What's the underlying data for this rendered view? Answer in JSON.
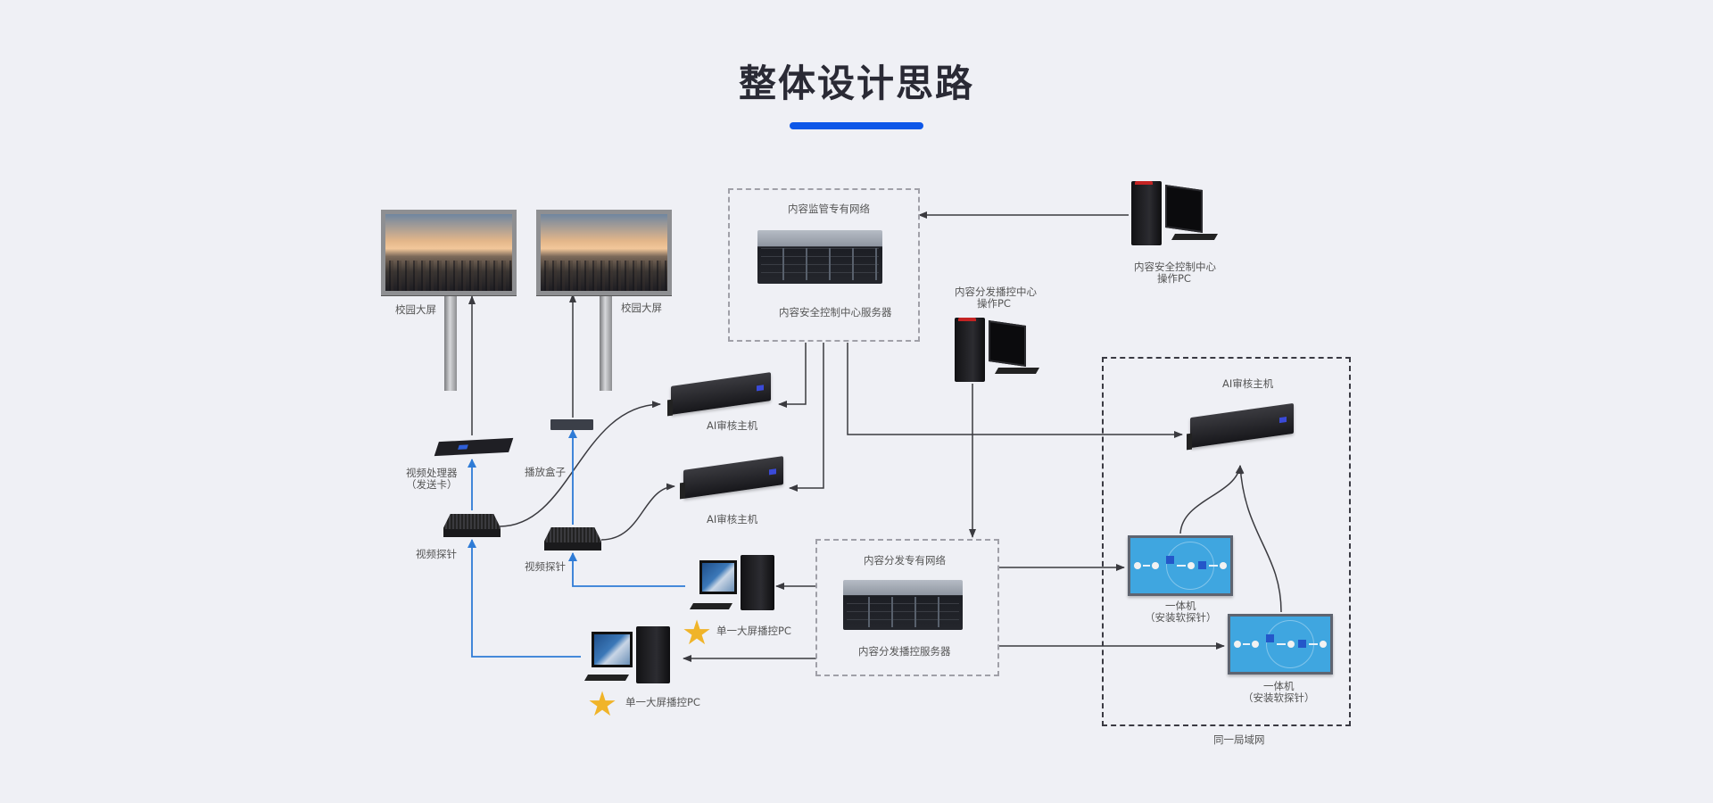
{
  "header": {
    "title": "整体设计思路",
    "accent_color": "#0d57e8"
  },
  "diagram": {
    "nodes": {
      "billboard_1": {
        "label": "校园大屏",
        "icon": "billboard-screen-icon"
      },
      "billboard_2": {
        "label": "校园大屏",
        "icon": "billboard-screen-icon"
      },
      "video_processor": {
        "label_line1": "视频处理器",
        "label_line2": "（发送卡）",
        "icon": "video-processor-icon"
      },
      "play_box": {
        "label": "播放盒子",
        "icon": "play-box-icon"
      },
      "video_probe_1": {
        "label": "视频探针",
        "icon": "video-probe-icon"
      },
      "video_probe_2": {
        "label": "视频探针",
        "icon": "video-probe-icon"
      },
      "ai_host_1": {
        "label": "AI审核主机",
        "icon": "ai-review-host-icon"
      },
      "ai_host_2": {
        "label": "AI审核主机",
        "icon": "ai-review-host-icon"
      },
      "ai_host_3": {
        "label": "AI审核主机",
        "icon": "ai-review-host-icon"
      },
      "supervision_network": {
        "group_label": "内容监管专有网络",
        "server_label": "内容安全控制中心服务器",
        "icon": "server-icon"
      },
      "distribution_network": {
        "group_label": "内容分发专有网络",
        "server_label": "内容分发播控服务器",
        "icon": "server-icon"
      },
      "security_pc": {
        "label_line1": "内容安全控制中心",
        "label_line2": "操作PC",
        "icon": "desktop-pc-icon"
      },
      "distribution_pc": {
        "label_line1": "内容分发播控中心",
        "label_line2": "操作PC",
        "icon": "desktop-pc-icon"
      },
      "single_screen_pc_1": {
        "label": "单一大屏播控PC",
        "icon": "desktop-pc-icon",
        "badge": "star-icon"
      },
      "single_screen_pc_2": {
        "label": "单一大屏播控PC",
        "icon": "desktop-pc-icon",
        "badge": "star-icon"
      },
      "all_in_one_1": {
        "label_line1": "一体机",
        "label_line2": "（安装软探针）",
        "icon": "smart-board-icon"
      },
      "all_in_one_2": {
        "label_line1": "一体机",
        "label_line2": "（安装软探针）",
        "icon": "smart-board-icon"
      },
      "lan_group": {
        "label": "同一局域网"
      }
    },
    "colors": {
      "connector": "#3a3a3f",
      "signal": "#2e7bd6",
      "star": "#f0b429",
      "group_border": "#a0a0a8",
      "lan_border": "#3a3a42"
    },
    "edges": [
      {
        "from": "security_pc",
        "to": "supervision_network",
        "type": "control"
      },
      {
        "from": "supervision_network",
        "to": "ai_host_1",
        "type": "control"
      },
      {
        "from": "supervision_network",
        "to": "ai_host_2",
        "type": "control"
      },
      {
        "from": "supervision_network",
        "to": "ai_host_3",
        "type": "control"
      },
      {
        "from": "video_probe_1",
        "to": "ai_host_1",
        "type": "data"
      },
      {
        "from": "video_probe_2",
        "to": "ai_host_2",
        "type": "data"
      },
      {
        "from": "video_processor",
        "to": "billboard_1",
        "type": "signal"
      },
      {
        "from": "play_box",
        "to": "billboard_2",
        "type": "signal"
      },
      {
        "from": "video_probe_1",
        "to": "video_processor",
        "type": "video"
      },
      {
        "from": "video_probe_2",
        "to": "play_box",
        "type": "video"
      },
      {
        "from": "single_screen_pc_1",
        "to": "video_probe_2",
        "type": "video"
      },
      {
        "from": "single_screen_pc_2",
        "to": "video_probe_1",
        "type": "video"
      },
      {
        "from": "distribution_network",
        "to": "single_screen_pc_1",
        "type": "control"
      },
      {
        "from": "distribution_network",
        "to": "single_screen_pc_2",
        "type": "control"
      },
      {
        "from": "distribution_pc",
        "to": "distribution_network",
        "type": "control"
      },
      {
        "from": "distribution_network",
        "to": "all_in_one_1",
        "type": "control"
      },
      {
        "from": "distribution_network",
        "to": "all_in_one_2",
        "type": "control"
      },
      {
        "from": "all_in_one_1",
        "to": "ai_host_3",
        "type": "data"
      },
      {
        "from": "all_in_one_2",
        "to": "ai_host_3",
        "type": "data"
      }
    ]
  }
}
